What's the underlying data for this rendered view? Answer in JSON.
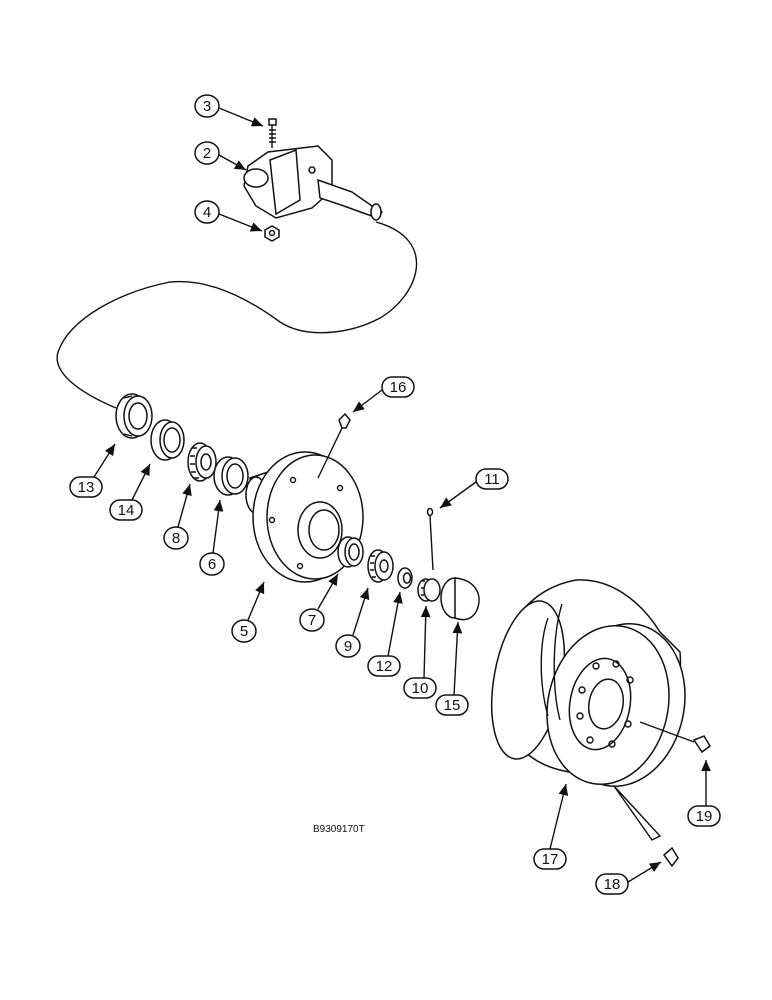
{
  "figure_ref": "B9309170T",
  "callouts": [
    {
      "id": "c3",
      "label": "3"
    },
    {
      "id": "c2",
      "label": "2"
    },
    {
      "id": "c4",
      "label": "4"
    },
    {
      "id": "c16",
      "label": "16"
    },
    {
      "id": "c11",
      "label": "11"
    },
    {
      "id": "c13",
      "label": "13"
    },
    {
      "id": "c14",
      "label": "14"
    },
    {
      "id": "c8",
      "label": "8"
    },
    {
      "id": "c6",
      "label": "6"
    },
    {
      "id": "c5",
      "label": "5"
    },
    {
      "id": "c7",
      "label": "7"
    },
    {
      "id": "c9",
      "label": "9"
    },
    {
      "id": "c12",
      "label": "12"
    },
    {
      "id": "c10",
      "label": "10"
    },
    {
      "id": "c15",
      "label": "15"
    },
    {
      "id": "c17",
      "label": "17"
    },
    {
      "id": "c18",
      "label": "18"
    },
    {
      "id": "c19",
      "label": "19"
    }
  ]
}
